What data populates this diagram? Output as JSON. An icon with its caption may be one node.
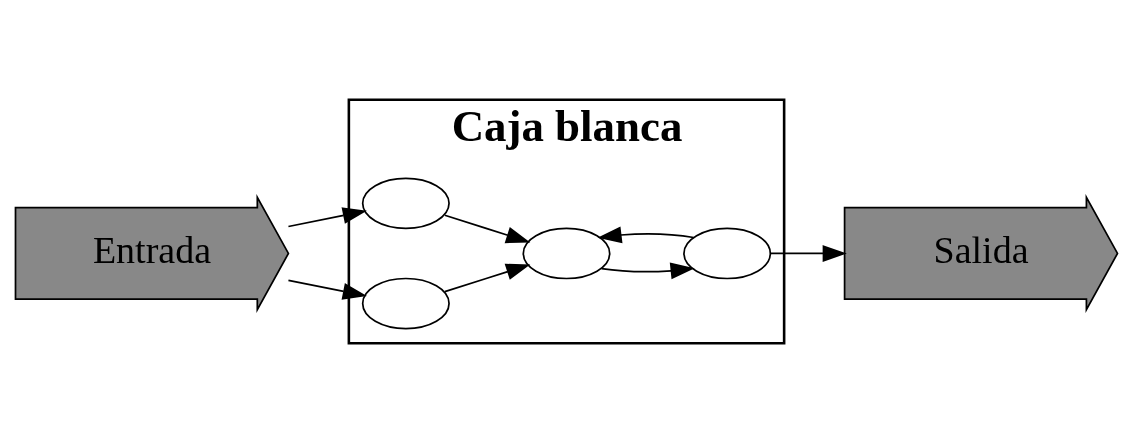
{
  "diagram": {
    "nodes": [
      {
        "text": [
          "Caja blanca"
        ]
      },
      {
        "text": [
          "Entrada"
        ]
      },
      {
        "text": [],
        "shape": "ellipse",
        "in": 0
      },
      {
        "text": [],
        "shape": "ellipse",
        "in": 0
      },
      {
        "text": [],
        "shape": "ellipse",
        "in": 0
      },
      {
        "text": [],
        "shape": "ellipse",
        "in": 0
      },
      {
        "text": [
          "Salida"
        ]
      }
    ],
    "edges": [
      {
        "from": 1,
        "to": 2,
        "arrow": "to"
      },
      {
        "from": 1,
        "to": 3,
        "arrow": "to"
      },
      {
        "from": 2,
        "to": 4,
        "arrow": "to"
      },
      {
        "from": 3,
        "to": 4,
        "arrow": "to"
      },
      {
        "from": 4,
        "to": 5,
        "arrow": "to"
      },
      {
        "from": 5,
        "to": 4,
        "arrow": "to"
      },
      {
        "from": 5,
        "to": 6,
        "arrow": "to"
      }
    ]
  }
}
